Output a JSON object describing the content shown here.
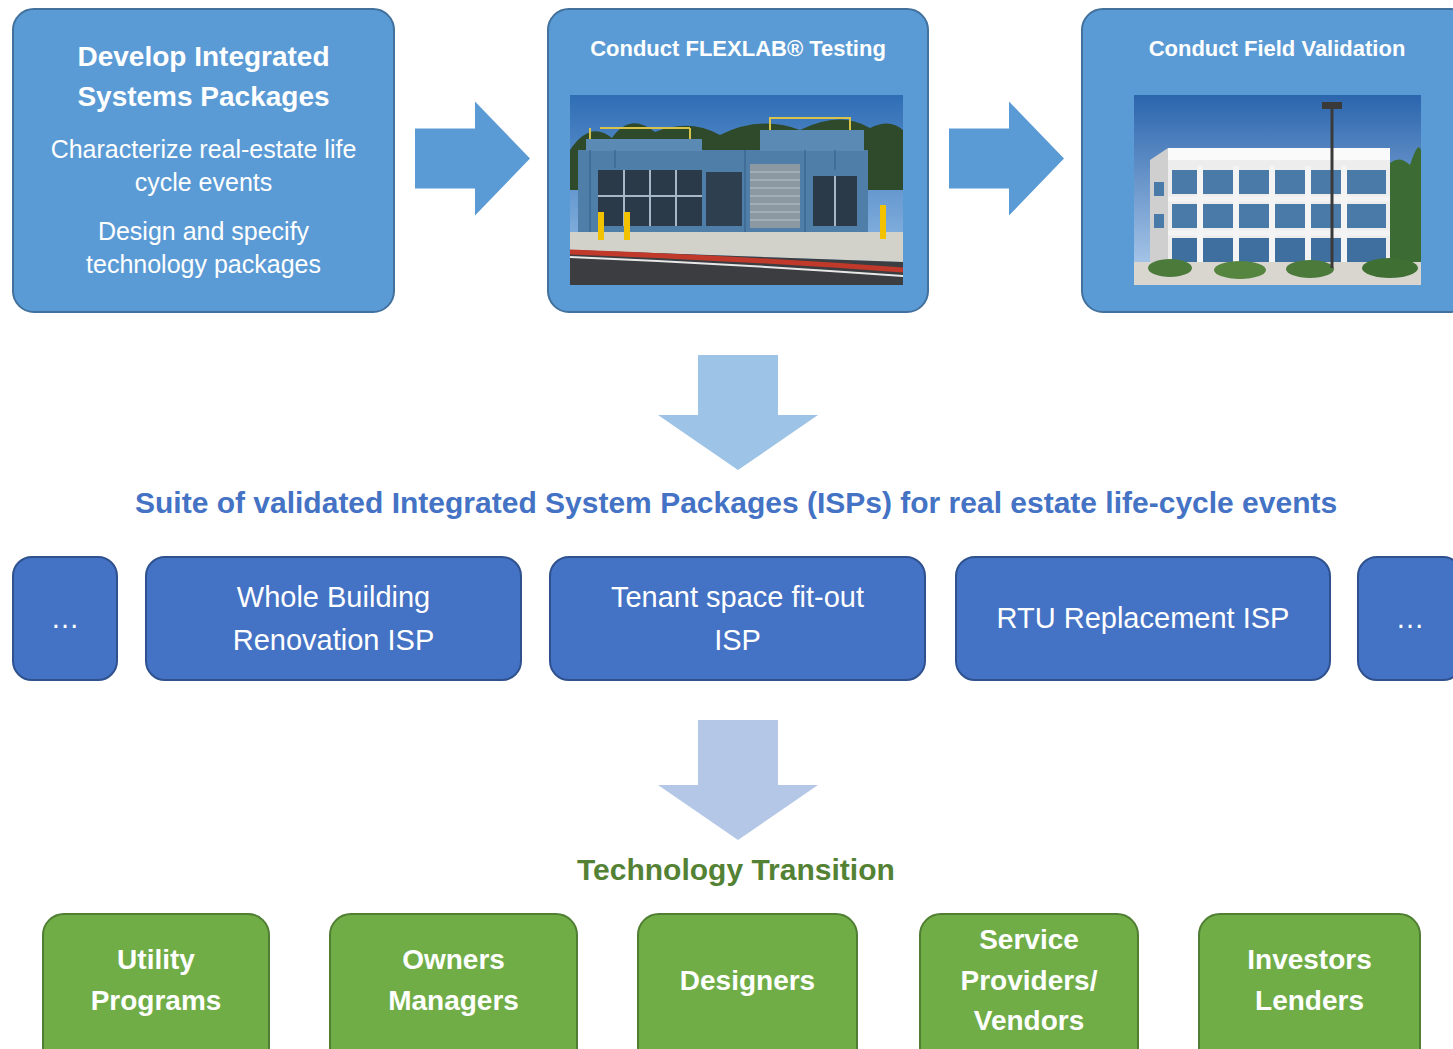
{
  "diagram": {
    "nodes": [
      {
        "text": [
          "Develop Integrated Systems Packages",
          "Characterize real-estate life cycle events",
          "Design and specify technology packages"
        ]
      },
      {
        "text": [
          "Conduct FLEXLAB® Testing"
        ]
      },
      {
        "text": [
          "Conduct Field Validation"
        ]
      },
      {
        "text": [
          "…"
        ]
      },
      {
        "text": [
          "Whole Building Renovation ISP"
        ]
      },
      {
        "text": [
          "Tenant space fit-out ISP"
        ]
      },
      {
        "text": [
          "RTU Replacement ISP"
        ]
      },
      {
        "text": [
          "…"
        ]
      },
      {
        "text": [
          "Utility Programs"
        ]
      },
      {
        "text": [
          "Owners Managers"
        ]
      },
      {
        "text": [
          "Designers"
        ]
      },
      {
        "text": [
          "Service Providers/ Vendors"
        ]
      },
      {
        "text": [
          "Investors Lenders"
        ]
      }
    ],
    "edges": [
      {
        "from": 0,
        "to": 1,
        "arrow": "to"
      },
      {
        "from": 1,
        "to": 2,
        "arrow": "to"
      }
    ],
    "labels": [
      "Suite of validated Integrated System Packages (ISPs) for real estate life-cycle events",
      "Technology Transition"
    ]
  }
}
